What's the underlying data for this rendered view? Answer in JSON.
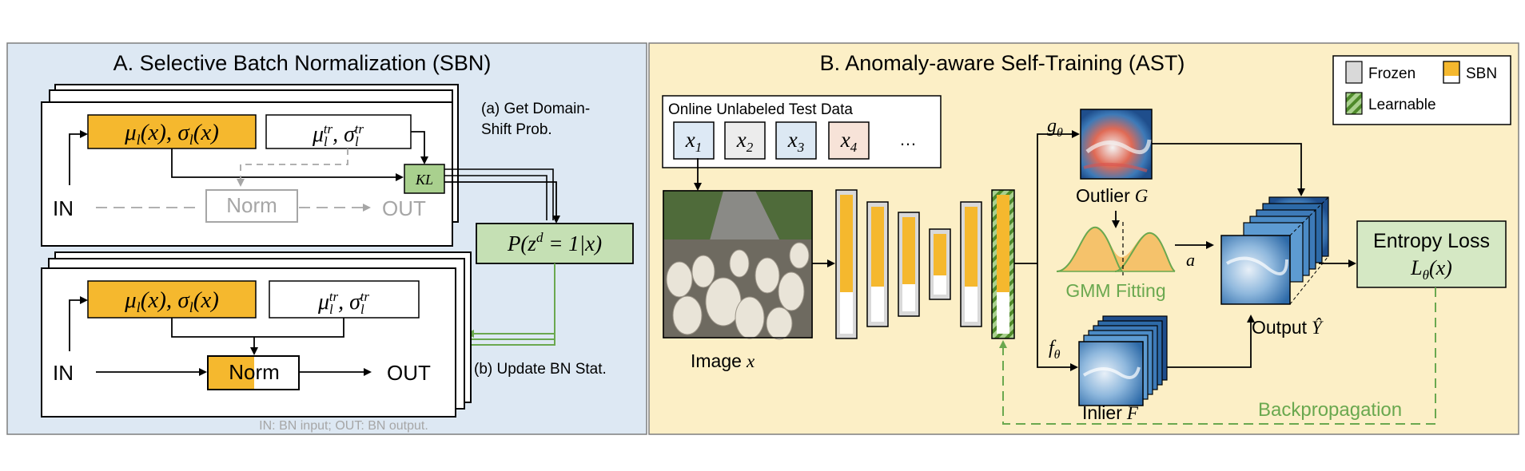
{
  "panel_a": {
    "title": "A. Selective Batch Normalization (SBN)",
    "stat_current": "μl(x), σl(x)",
    "stat_current_mu": "μ",
    "stat_current_mu_sub": "l",
    "stat_current_mid": "(x), σ",
    "stat_current_sig_sub": "l",
    "stat_current_end": "(x)",
    "stat_train_mu": "μ",
    "stat_train_sub": "l",
    "stat_train_sup": "tr",
    "stat_train_sep": ", σ",
    "kl": "KL",
    "in_label": "IN",
    "out_label": "OUT",
    "norm_label": "Norm",
    "step_a_line1": "(a) Get Domain-",
    "step_a_line2": "Shift Prob.",
    "step_b": "(b) Update BN Stat.",
    "prob_main": "P(z",
    "prob_sup": "d",
    "prob_end": " = 1|x)",
    "footnote": "IN: BN input;  OUT: BN output."
  },
  "panel_b": {
    "title": "B. Anomaly-aware Self-Training (AST)",
    "legend": {
      "frozen": "Frozen",
      "sbn": "SBN",
      "learnable": "Learnable"
    },
    "test_data_title": "Online Unlabeled Test Data",
    "samples": [
      {
        "base": "x",
        "sub": "1",
        "color": "#dde9f5"
      },
      {
        "base": "x",
        "sub": "2",
        "color": "#ececec"
      },
      {
        "base": "x",
        "sub": "3",
        "color": "#dce8f3"
      },
      {
        "base": "x",
        "sub": "4",
        "color": "#f7e3d8"
      }
    ],
    "ellipsis": "…",
    "image_label": "Image",
    "image_var": "x",
    "g_label": "g",
    "g_sub": "θ",
    "f_label": "f",
    "f_sub": "θ",
    "outlier_label": "Outlier",
    "outlier_var": "G",
    "inlier_label": "Inlier",
    "inlier_var": "F",
    "gmm_label": "GMM Fitting",
    "a_label": "a",
    "output_label": "Output",
    "output_var": "Ŷ",
    "loss_title": "Entropy Loss",
    "loss_main": "L",
    "loss_sub": "θ",
    "loss_end": "(x)",
    "backprop_label": "Backpropagation"
  },
  "colors": {
    "panel_a_bg": "#dde8f3",
    "panel_b_bg": "#fcefc6",
    "sbn_orange": "#f5b82e",
    "learnable_green": "#70ad47",
    "prob_box_fill": "#c5e0b4",
    "frozen_gray": "#d9d9d9",
    "muted_gray": "#a6a6a6",
    "backprop_green": "#6aa84f"
  }
}
